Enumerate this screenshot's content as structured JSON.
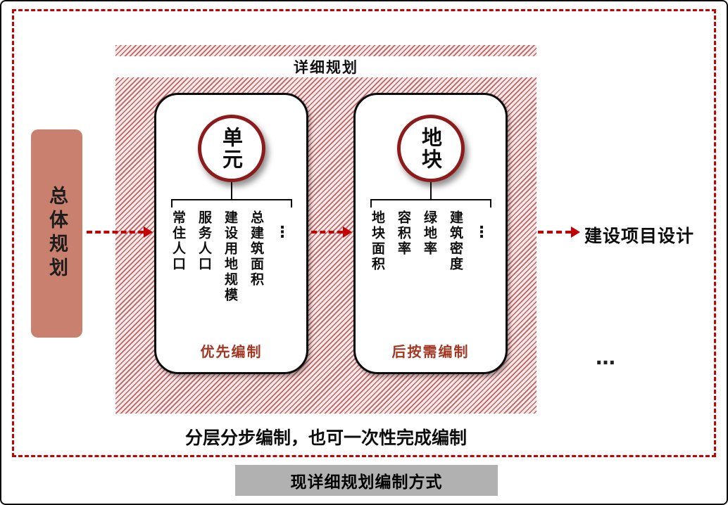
{
  "colors": {
    "accent_red": "#c40000",
    "master_salmon": "#c9806f",
    "circle_border_red": "#8e1b1b",
    "footer_text_red": "#a23723",
    "bottom_bar_gray": "#b1b1b1"
  },
  "master_plan": {
    "label": "总体规划"
  },
  "detailed_plan": {
    "title": "详细规划"
  },
  "unit_box": {
    "circle_label": "单元",
    "items": [
      "常住人口",
      "服务人口",
      "建设用地规模",
      "总建筑面积",
      "⋮"
    ],
    "footer": "优先编制"
  },
  "parcel_box": {
    "circle_label": "地块",
    "items": [
      "地块面积",
      "容积率",
      "绿地率",
      "建筑密度",
      "⋮"
    ],
    "footer": "后按需编制"
  },
  "output_label": "建设项目设计",
  "more_ellipsis": "…",
  "caption": "分层分步编制，也可一次性完成编制",
  "bottom_bar": {
    "label": "现详细规划编制方式"
  }
}
